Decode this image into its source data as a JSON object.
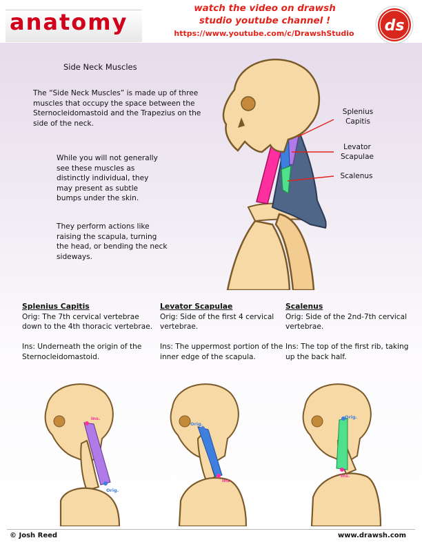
{
  "header": {
    "logo_text": "anatomy",
    "promo_line1": "watch the video on drawsh",
    "promo_line2": "studio youtube channel !",
    "promo_url": "https://www.youtube.com/c/DrawshStudio",
    "badge_text": "ds"
  },
  "main": {
    "title": "Side Neck Muscles",
    "intro": "The “Side Neck Muscles” is made up of three muscles that occupy the space between the Sternocleidomastoid and the Trapezius on the side of the neck.",
    "visible_note": "While you will not generally see these muscles as distinctly individual, they may present as subtle bumps under the skin.",
    "actions": "They perform actions like raising the scapula, turning the head, or bending the neck sideways."
  },
  "callouts": {
    "splenius": "Splenius Capitis",
    "levator": "Levator Scapulae",
    "scalenus": "Scalenus"
  },
  "columns": [
    {
      "title": "Splenius Capitis",
      "orig": "Orig:  The 7th cervical vertebrae down to the 4th thoracic vertebrae.",
      "ins": "Ins: Underneath the origin of the Sternocleidomastoid."
    },
    {
      "title": "Levator Scapulae",
      "orig": "Orig:  Side of the first 4 cervical vertebrae.",
      "ins": "Ins: The uppermost portion of the inner edge of the scapula."
    },
    {
      "title": "Scalenus",
      "orig": "Orig:  Side of the 2nd-7th cervical vertebrae.",
      "ins": "Ins: The top of the first rib, taking up the back half."
    }
  ],
  "figure_labels": {
    "ins": "Ins.",
    "orig": "Orig."
  },
  "footer": {
    "copyright": "© Josh Reed",
    "site": "www.drawsh.com"
  },
  "colors": {
    "brand_red": "#d0021b",
    "splenius": "#b07ae8",
    "levator": "#3f7fe0",
    "scalenus": "#4ee08a",
    "scm": "#ff2fa0",
    "trapezius": "#4f6688",
    "bone": "#f7d9a6"
  }
}
